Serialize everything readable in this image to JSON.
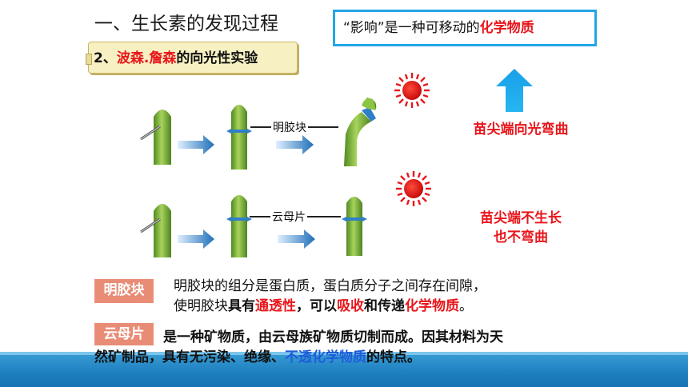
{
  "title": "一、生长素的发现过程",
  "quote": {
    "text": "“影响”是一种可移动的",
    "highlight": "化学物质"
  },
  "subtitle": {
    "prefix": "2、",
    "names": "波森.詹森",
    "suffix": "的向光性实验"
  },
  "labels": {
    "gelatin_line": "明胶块",
    "mica_line": "云母片"
  },
  "results": {
    "top": "苗尖端向光弯曲",
    "bottom_line1": "苗尖端不生长",
    "bottom_line2": "也不弯曲"
  },
  "notes": {
    "gelatin_label": "明胶块",
    "gelatin_line1": "明胶块的组分是蛋白质，蛋白质分子之间存在间隙，",
    "gelatin_line2_a": "使明胶块",
    "gelatin_line2_b": "具有",
    "gelatin_line2_c": "通透性",
    "gelatin_line2_d": "，可以",
    "gelatin_line2_e": "吸收",
    "gelatin_line2_f": "和传递",
    "gelatin_line2_g": "化学物质",
    "gelatin_line2_h": "。",
    "mica_label": "云母片",
    "mica_line1": "是一种矿物质，由云母族矿物质切制而成。因其材料为天",
    "mica_line2_a": "然矿制品，具有无污染、绝缘、",
    "mica_line2_b": "不透化学物质",
    "mica_line2_c": "的特点。"
  },
  "colors": {
    "accent_red": "#e8161b",
    "accent_blue": "#1e5bd8",
    "box_border": "#22a7e8",
    "label_bg": "#e98c76",
    "seedling_green": "#7fb23a",
    "arrow_blue": "#1f6fb8"
  }
}
